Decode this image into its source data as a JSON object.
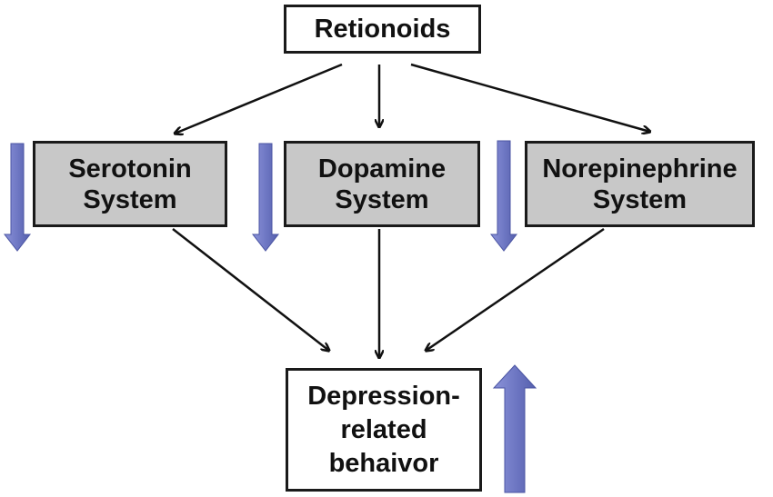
{
  "nodes": {
    "top": {
      "lines": [
        "Retionoids"
      ],
      "fill": "#ffffff"
    },
    "serotonin": {
      "lines": [
        "Serotonin",
        "System"
      ],
      "fill": "#c8c8c8"
    },
    "dopamine": {
      "lines": [
        "Dopamine",
        "System"
      ],
      "fill": "#c8c8c8"
    },
    "norepinephrine": {
      "lines": [
        "Norepinephrine",
        "System"
      ],
      "fill": "#c8c8c8"
    },
    "bottom": {
      "lines": [
        "Depression-",
        "related",
        "behaivor"
      ],
      "fill": "#ffffff"
    }
  },
  "edges": [
    {
      "from": "top",
      "to": "serotonin"
    },
    {
      "from": "top",
      "to": "dopamine"
    },
    {
      "from": "top",
      "to": "norepinephrine"
    },
    {
      "from": "serotonin",
      "to": "bottom"
    },
    {
      "from": "dopamine",
      "to": "bottom"
    },
    {
      "from": "norepinephrine",
      "to": "bottom"
    }
  ],
  "indicators": {
    "serotonin": "down",
    "dopamine": "down",
    "norepinephrine": "down",
    "bottom": "up"
  },
  "colors": {
    "indicator_arrow": "#6f78c4",
    "box_border": "#1a1a1a",
    "edge": "#111111"
  }
}
